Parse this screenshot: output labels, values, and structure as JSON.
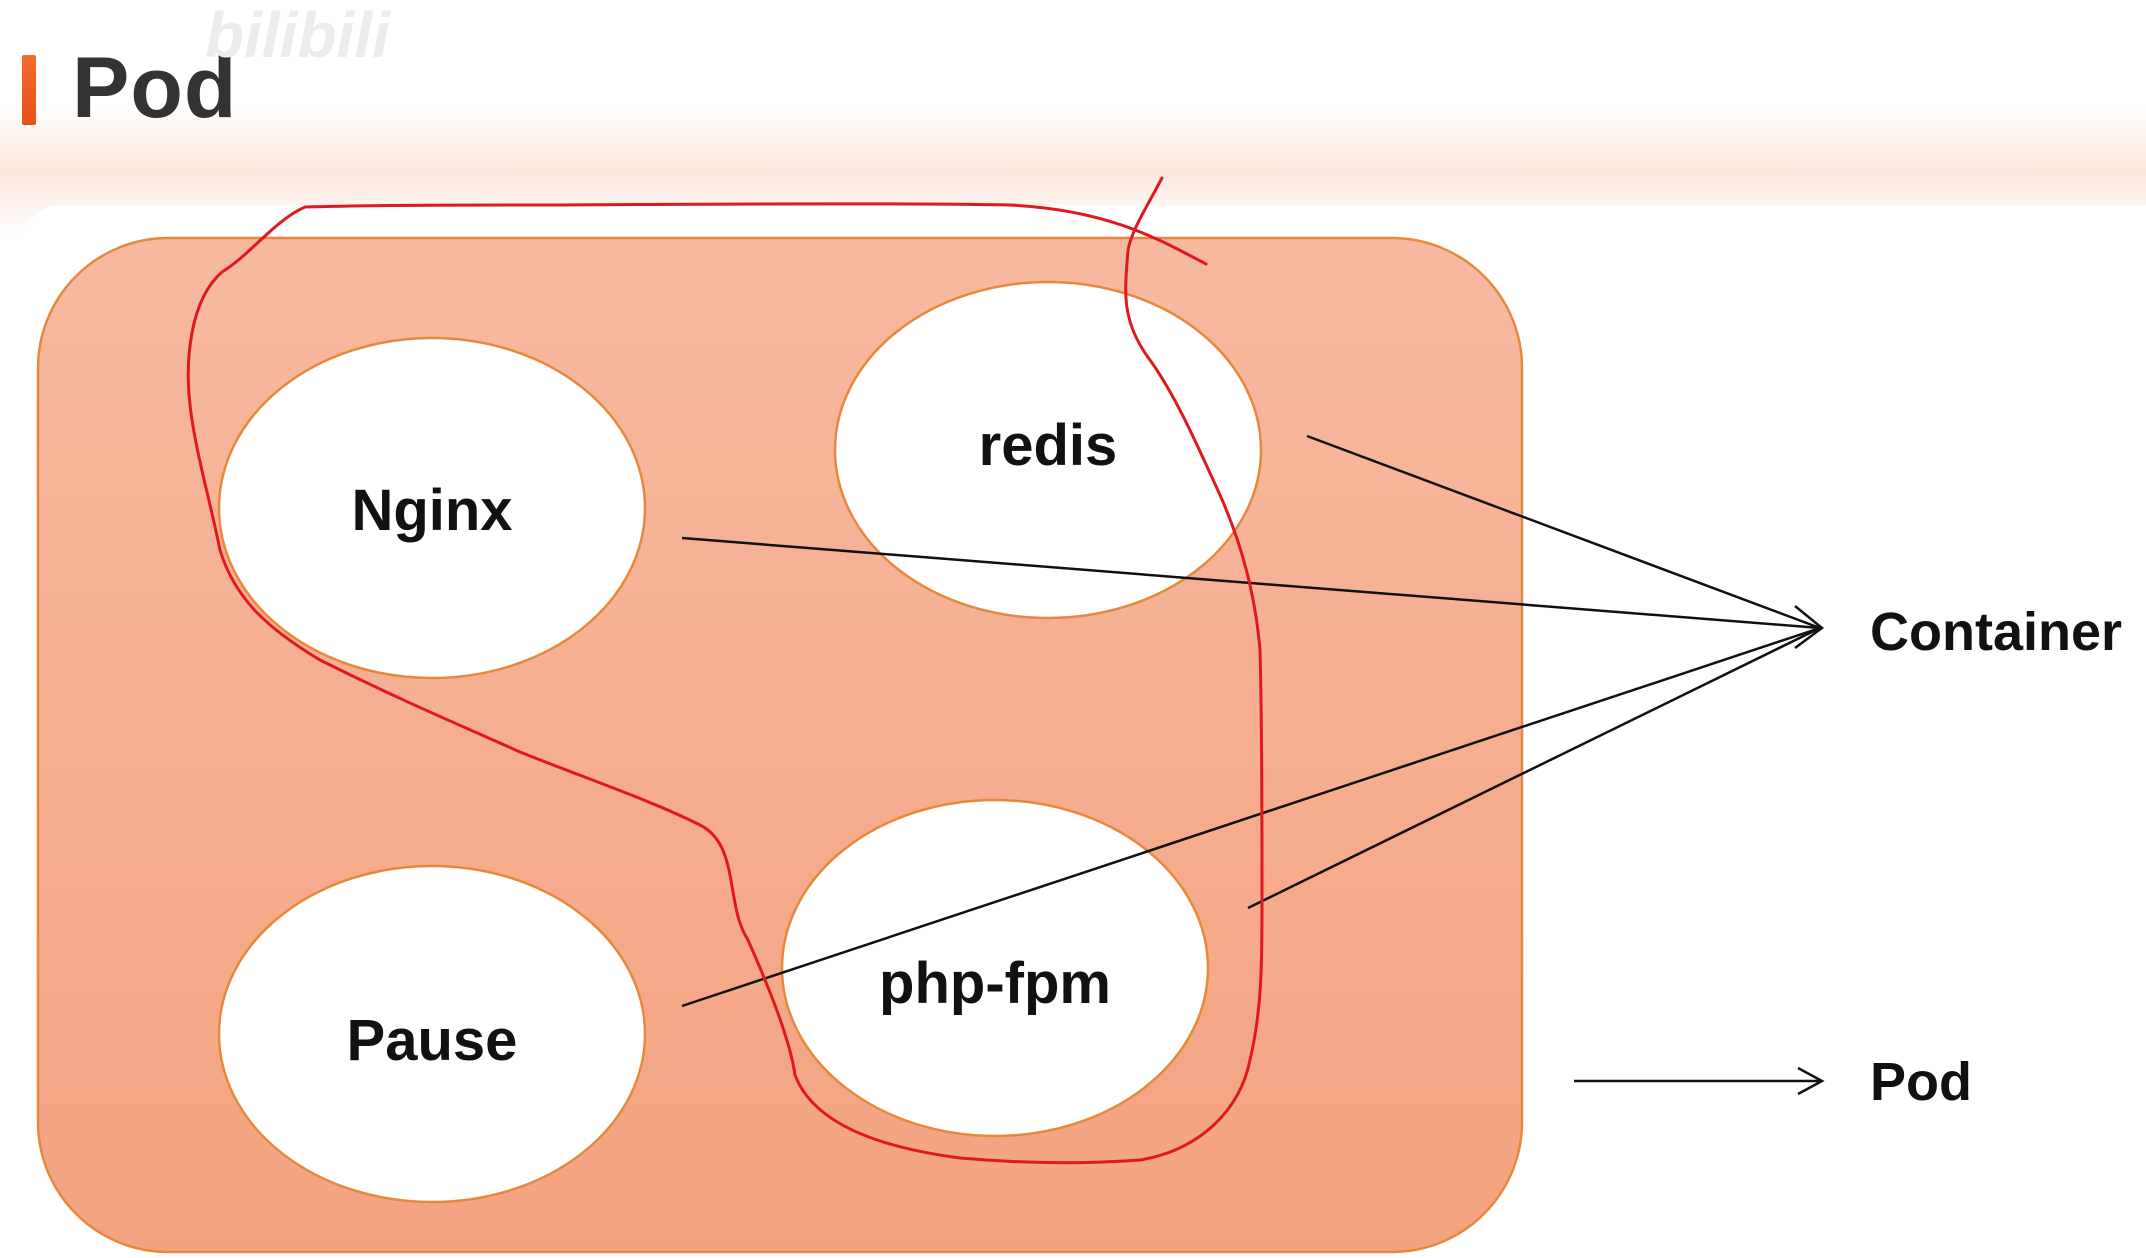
{
  "header": {
    "title": "Pod",
    "watermark": "bilibili"
  },
  "diagram": {
    "pod_fill": "#f4a98a",
    "pod_border": "#e8883c",
    "containers": [
      {
        "id": "nginx",
        "label": "Nginx"
      },
      {
        "id": "redis",
        "label": "redis"
      },
      {
        "id": "pause",
        "label": "Pause"
      },
      {
        "id": "php-fpm",
        "label": "php-fpm"
      }
    ],
    "legend": {
      "container_label": "Container",
      "pod_label": "Pod"
    },
    "annotation_color": "#e0191e",
    "arrow_color": "#111111"
  }
}
